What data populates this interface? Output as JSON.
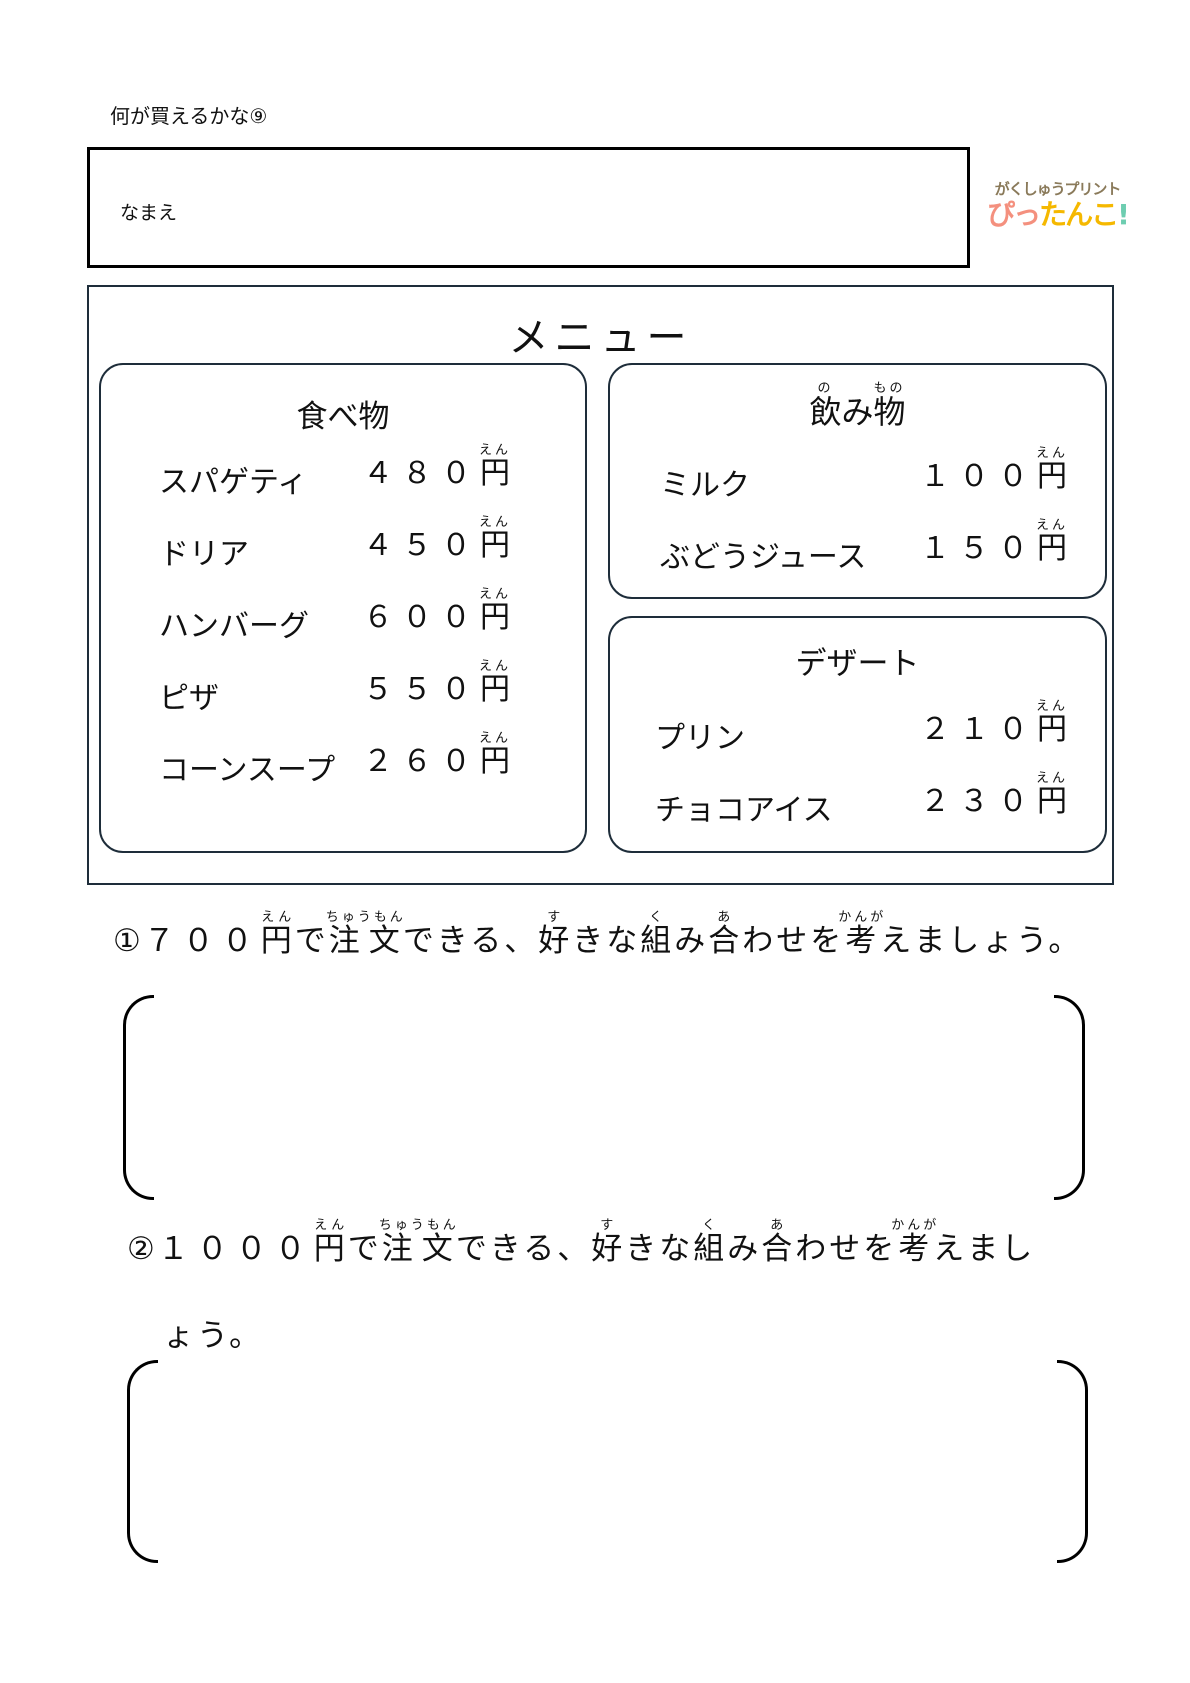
{
  "header": {
    "title": "何が買えるかな⑨",
    "name_label": "なまえ"
  },
  "logo": {
    "line1": "がくしゅうプリント",
    "line2": "ぴったんこ!",
    "colors": [
      "#f4907e",
      "#f5b800",
      "#6dcdb0"
    ]
  },
  "menu": {
    "title": "メニュー",
    "yen": "円",
    "yen_ruby": "えん",
    "food": {
      "title": "食べ物",
      "items": [
        {
          "name": "スパゲティ",
          "price": "４８０"
        },
        {
          "name": "ドリア",
          "price": "４５０"
        },
        {
          "name": "ハンバーグ",
          "price": "６００"
        },
        {
          "name": "ピザ",
          "price": "５５０"
        },
        {
          "name": "コーンスープ",
          "price": "２６０"
        }
      ]
    },
    "drinks": {
      "title_parts": [
        {
          "text": "飲",
          "ruby": "の"
        },
        {
          "text": "み"
        },
        {
          "text": "物",
          "ruby": "もの"
        }
      ],
      "items": [
        {
          "name": "ミルク",
          "price": "１００"
        },
        {
          "name": "ぶどうジュース",
          "price": "１５０"
        }
      ]
    },
    "dessert": {
      "title": "デザート",
      "items": [
        {
          "name": "プリン",
          "price": "２１０"
        },
        {
          "name": "チョコアイス",
          "price": "２３０"
        }
      ]
    }
  },
  "questions": [
    {
      "num": "①",
      "amount": "７００",
      "parts": [
        "円",
        "で",
        "注文",
        "できる、",
        "好",
        "きな",
        "組",
        "み",
        "合",
        "わせを",
        "考",
        "えましょう。"
      ],
      "ruby": {
        "円": "えん",
        "注文": "ちゅうもん",
        "好": "す",
        "組": "く",
        "合": "あ",
        "考": "かんが"
      }
    },
    {
      "num": "②",
      "amount": "１０００",
      "line1_tail": "えまし",
      "line2": "ょう。",
      "parts": [
        "円",
        "で",
        "注文",
        "できる、",
        "好",
        "きな",
        "組",
        "み",
        "合",
        "わせを",
        "考"
      ],
      "ruby": {
        "円": "えん",
        "注文": "ちゅうもん",
        "好": "す",
        "組": "く",
        "合": "あ",
        "考": "かんが"
      }
    }
  ]
}
